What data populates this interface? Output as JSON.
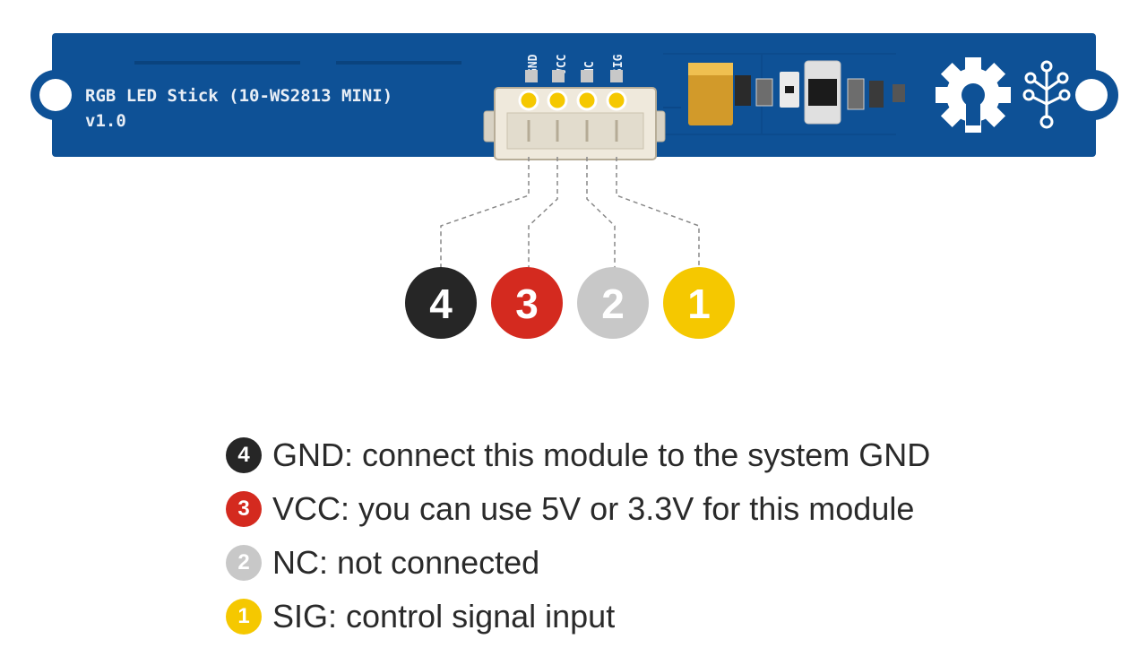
{
  "board": {
    "title": "RGB LED Stick (10-WS2813 MINI)",
    "version": "v1.0",
    "pins": [
      "GND",
      "VCC",
      "NC",
      "SIG"
    ]
  },
  "colors": {
    "pcb": "#0e5196",
    "pin4": "#262626",
    "pin3": "#d42a1f",
    "pin2": "#c8c8c8",
    "pin1": "#f5c800"
  },
  "badges": [
    "4",
    "3",
    "2",
    "1"
  ],
  "legend": [
    {
      "num": "4",
      "text": "GND: connect this module to the system GND",
      "color": "#262626"
    },
    {
      "num": "3",
      "text": "VCC: you can use 5V or 3.3V for this module",
      "color": "#d42a1f"
    },
    {
      "num": "2",
      "text": "NC: not connected",
      "color": "#c8c8c8"
    },
    {
      "num": "1",
      "text": "SIG: control signal input",
      "color": "#f5c800"
    }
  ],
  "icons": [
    "open-hardware-gear-icon",
    "grove-network-icon"
  ]
}
